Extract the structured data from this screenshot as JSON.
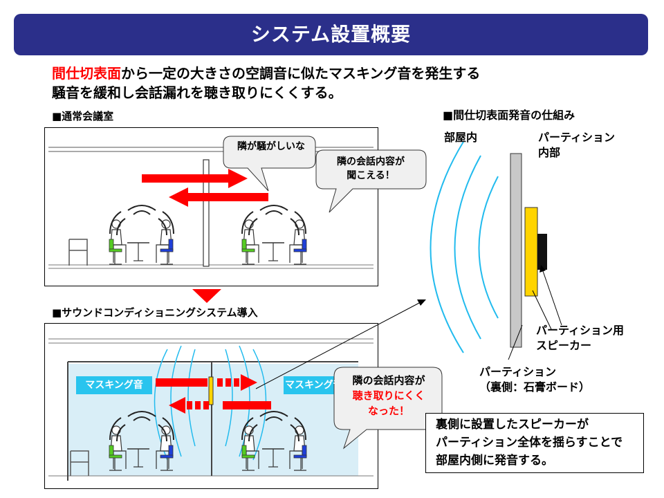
{
  "title": "システム設置概要",
  "intro": {
    "line1_highlight": "間仕切表面",
    "line1_rest": "から一定の大きさの空調音に似たマスキング音を発生する",
    "line2": "騒音を緩和し会話漏れを聴き取りにくくする。"
  },
  "sections": {
    "normal": "■通常会議室",
    "with_system": "■サウンドコンディショニングシステム導入",
    "mechanism": "■間仕切表面発音の仕組み"
  },
  "bubbles": {
    "noisy": "隣が騒がしいな",
    "overheard_line1": "隣の会話内容が",
    "overheard_line2": "聞こえる！",
    "result_line1": "隣の会話内容が",
    "result_line2": "聴き取りにくく",
    "result_line3": "なった！"
  },
  "masking_labels": [
    "マスキング音",
    "マスキング音"
  ],
  "mechanism_labels": {
    "room_side": "部屋内",
    "partition_inside_line1": "パーティション",
    "partition_inside_line2": "内部",
    "speaker_line1": "パーティション用",
    "speaker_line2": "スピーカー",
    "partition_line1": "パーティション",
    "partition_line2": "（裏側：石膏ボード）"
  },
  "note": {
    "line1": "裏側に設置したスピーカーが",
    "line2": "パーティション全体を揺らすことで",
    "line3": "部屋内側に発音する。"
  },
  "colors": {
    "title_bg": "#2b2f8a",
    "highlight_red": "#ff0000",
    "arrow_red": "#ff0000",
    "masking_label_bg": "#29c4ee",
    "room_tint": "#d9eef7",
    "wave_blue": "#22bbee",
    "speaker_yellow": "#ffd400",
    "person_green": "#55cc22",
    "person_blue": "#1f3fd8"
  }
}
